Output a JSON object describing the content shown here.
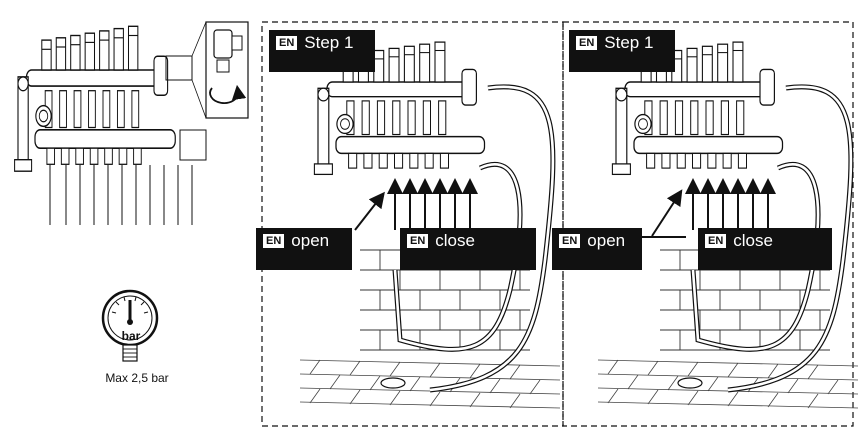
{
  "language_tag": "EN",
  "panels": [
    {
      "step_label": "Step 1",
      "open_label": "open",
      "close_label": "close"
    },
    {
      "step_label": "Step 1",
      "open_label": "open",
      "close_label": "close"
    }
  ],
  "gauge": {
    "unit": "bar",
    "caption": "Max 2,5 bar"
  }
}
